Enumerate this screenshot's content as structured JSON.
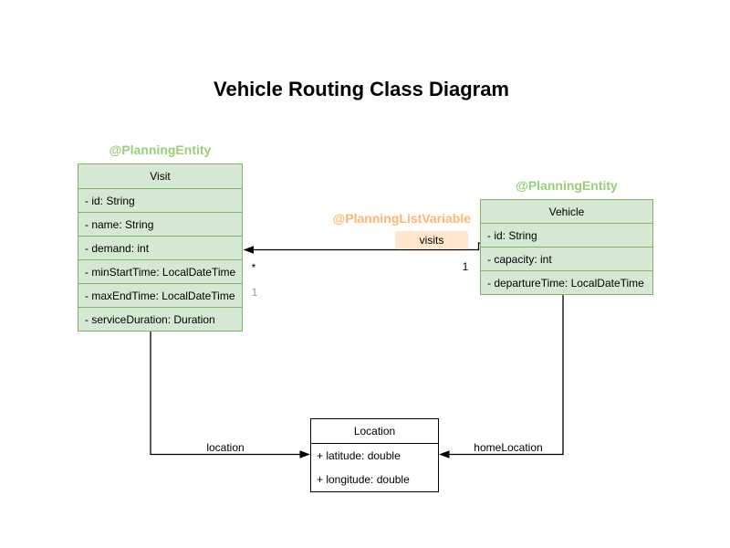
{
  "title": "Vehicle Routing Class Diagram",
  "colors": {
    "entity_fill": "#d5e8d4",
    "entity_border": "#82b366",
    "entity_annotation_text": "#97d077",
    "list_variable_annotation_text": "#ffb570",
    "visits_badge_fill": "#ffe6cc",
    "plain_class_fill": "#ffffff",
    "plain_class_border": "#000000",
    "secondary_multiplicity_text": "#a78fc9",
    "connector_line": "#000000"
  },
  "classes": {
    "visit": {
      "annotation": "@PlanningEntity",
      "name": "Visit",
      "attributes": [
        "- id: String",
        "- name: String",
        "- demand: int",
        "- minStartTime: LocalDateTime",
        "- maxEndTime: LocalDateTime",
        "- serviceDuration: Duration"
      ]
    },
    "vehicle": {
      "annotation": "@PlanningEntity",
      "name": "Vehicle",
      "attributes": [
        "- id: String",
        "- capacity: int",
        "- departureTime: LocalDateTime"
      ]
    },
    "location": {
      "name": "Location",
      "attributes": [
        "+ latitude: double",
        "+ longitude: double"
      ]
    }
  },
  "relations": {
    "visits": {
      "annotation": "@PlanningListVariable",
      "label": "visits",
      "source_multiplicity": "1",
      "target_multiplicity": "*",
      "secondary_multiplicity": "1"
    },
    "location_edge": {
      "label": "location"
    },
    "home_location_edge": {
      "label": "homeLocation"
    }
  }
}
